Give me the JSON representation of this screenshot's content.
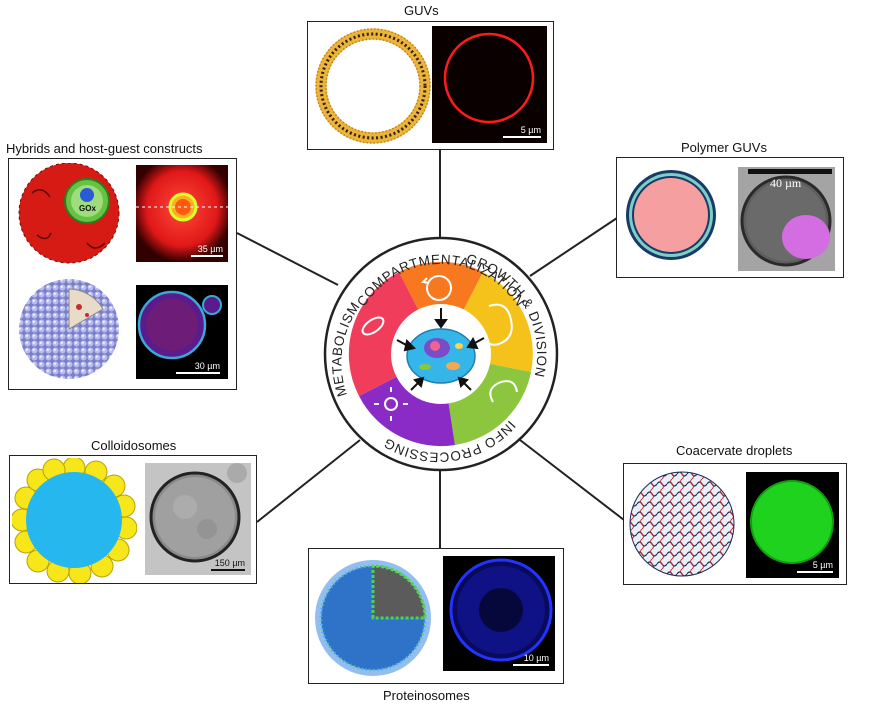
{
  "panels": {
    "guvs": {
      "title": "GUVs",
      "scale_bar": "5 µm"
    },
    "polymer_guvs": {
      "title": "Polymer GUVs",
      "scale_bar": "40 µm"
    },
    "hybrids": {
      "title": "Hybrids and host-guest constructs",
      "inner_label": "GOx",
      "scale_bar_top": "35 µm",
      "scale_bar_bottom": "30 µm"
    },
    "colloidosomes": {
      "title": "Colloidosomes",
      "scale_bar": "150 µm"
    },
    "proteinosomes": {
      "title": "Proteinosomes",
      "scale_bar": "10 µm"
    },
    "coacervates": {
      "title": "Coacervate droplets",
      "scale_bar": "5 µm"
    }
  },
  "wheel": {
    "top_text": "COMPARTMENTALIZATION",
    "right_text": "GROWTH & DIVISION",
    "bottom_text": "INFO PROCESSING",
    "left_text": "METABOLISM",
    "segment_colors": [
      "#f7781f",
      "#f4c21b",
      "#8cc63e",
      "#8b2bc6",
      "#f03d5c"
    ]
  }
}
